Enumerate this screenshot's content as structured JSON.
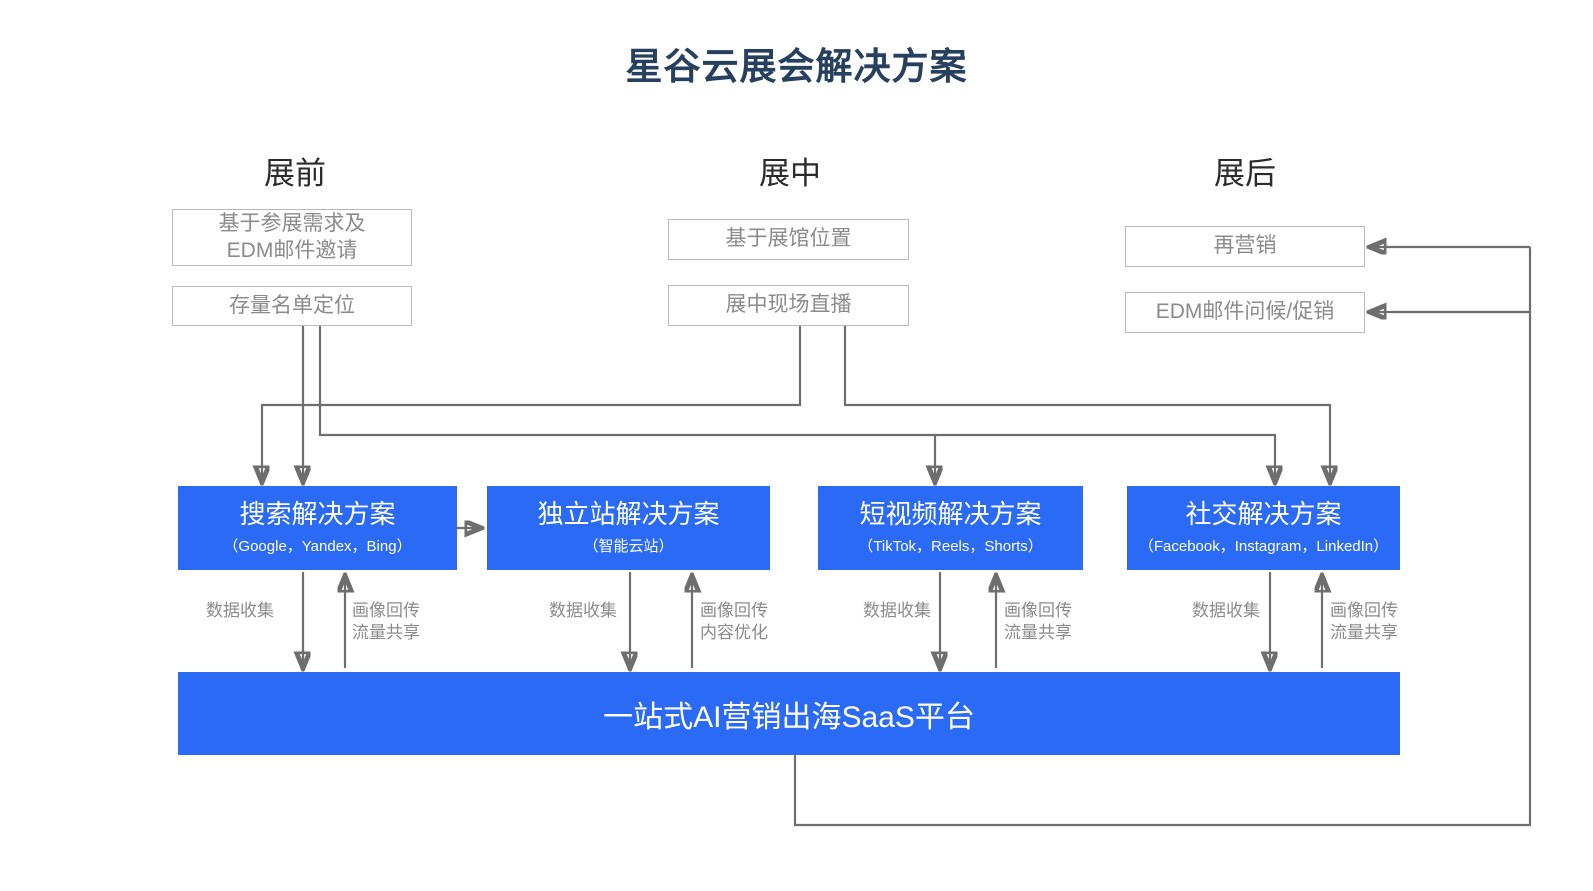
{
  "page": {
    "title": "星谷云展会解决方案",
    "brand_blue": "#2a6af4",
    "title_color": "#27405e",
    "box_border_color": "#b9b9b9",
    "box_text_color": "#8b8b8b",
    "connector_color": "#6e6e6e"
  },
  "phases": [
    {
      "id": "pre",
      "label": "展前"
    },
    {
      "id": "live",
      "label": "展中"
    },
    {
      "id": "post",
      "label": "展后"
    }
  ],
  "phase_boxes": {
    "pre": [
      {
        "id": "pre-1",
        "line1": "基于参展需求及",
        "line2": "EDM邮件邀请"
      },
      {
        "id": "pre-2",
        "line1": "存量名单定位",
        "line2": ""
      }
    ],
    "live": [
      {
        "id": "live-1",
        "line1": "基于展馆位置",
        "line2": ""
      },
      {
        "id": "live-2",
        "line1": "展中现场直播",
        "line2": ""
      }
    ],
    "post": [
      {
        "id": "post-1",
        "line1": "再营销",
        "line2": ""
      },
      {
        "id": "post-2",
        "line1": "EDM邮件问候/促销",
        "line2": ""
      }
    ]
  },
  "solutions": [
    {
      "id": "search",
      "title": "搜索解决方案",
      "sub": "（Google，Yandex，Bing）"
    },
    {
      "id": "site",
      "title": "独立站解决方案",
      "sub": "（智能云站）"
    },
    {
      "id": "video",
      "title": "短视频解决方案",
      "sub": "（TikTok，Reels，Shorts）"
    },
    {
      "id": "social",
      "title": "社交解决方案",
      "sub": "（Facebook，Instagram，LinkedIn）"
    }
  ],
  "edge_labels": [
    {
      "id": "search-down",
      "line1": "数据收集",
      "line2": ""
    },
    {
      "id": "search-up",
      "line1": "画像回传",
      "line2": "流量共享"
    },
    {
      "id": "site-down",
      "line1": "数据收集",
      "line2": ""
    },
    {
      "id": "site-up",
      "line1": "画像回传",
      "line2": "内容优化"
    },
    {
      "id": "video-down",
      "line1": "数据收集",
      "line2": ""
    },
    {
      "id": "video-up",
      "line1": "画像回传",
      "line2": "流量共享"
    },
    {
      "id": "social-down",
      "line1": "数据收集",
      "line2": ""
    },
    {
      "id": "social-up",
      "line1": "画像回传",
      "line2": "流量共享"
    }
  ],
  "platform": {
    "label": "一站式AI营销出海SaaS平台"
  }
}
